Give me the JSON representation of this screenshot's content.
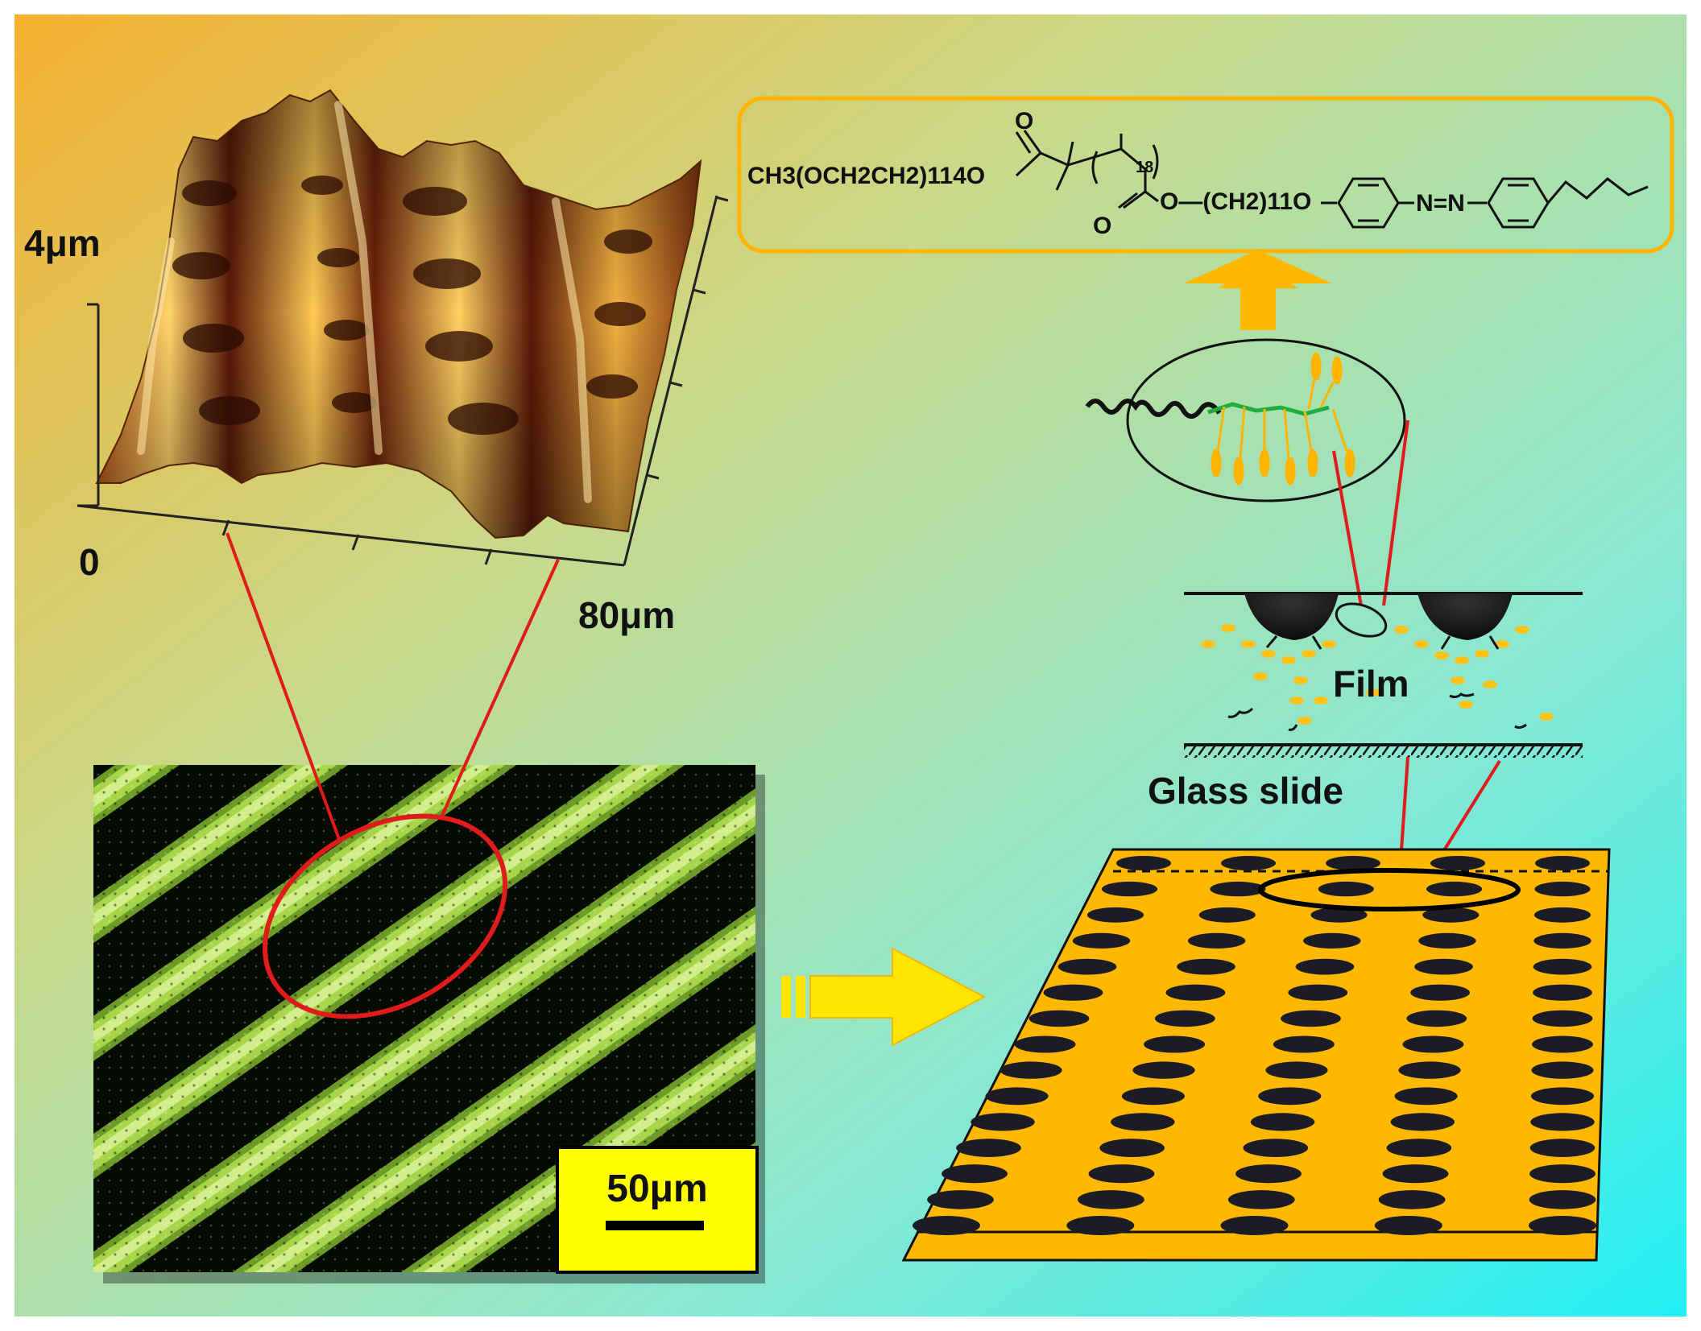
{
  "afm": {
    "z_label": "4μm",
    "origin_label": "0",
    "x_label": "80μm"
  },
  "micrograph": {
    "scale_bar_label": "50μm"
  },
  "molecule": {
    "peg_block": "CH3(OCH2CH2)114O",
    "repeat_count": "18",
    "spacer": "O—(CH2)11O",
    "azo": "N=N",
    "carbonyl_o_top": "O",
    "carbonyl_o_bottom": "O"
  },
  "film_schematic": {
    "film_label": "Film",
    "substrate_label": "Glass slide"
  },
  "colors": {
    "bg_top_left": "#f5b33a",
    "bg_bottom_right": "#25eef2",
    "accent_yellow": "#ffb800",
    "callout_red": "#e01b1b",
    "arrow_yellow": "#ffe600"
  }
}
